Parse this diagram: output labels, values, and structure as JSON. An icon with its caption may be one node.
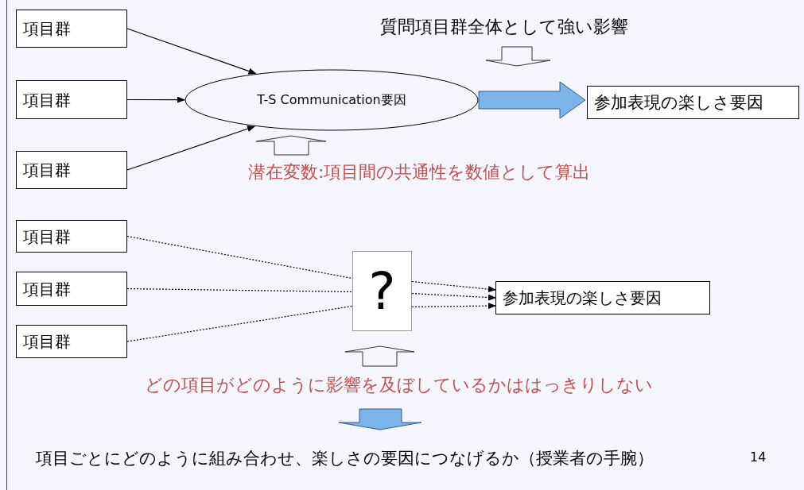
{
  "diagram": {
    "nodes": [
      {
        "text": [
          "項目群"
        ]
      },
      {
        "text": [
          "項目群"
        ]
      },
      {
        "text": [
          "項目群"
        ]
      },
      {
        "text": [
          "T-S Communication要因"
        ]
      },
      {
        "text": [
          "参加表現の楽しさ要因"
        ]
      },
      {
        "text": [
          "項目群"
        ]
      },
      {
        "text": [
          "項目群"
        ]
      },
      {
        "text": [
          "項目群"
        ]
      },
      {
        "text": [
          "?"
        ]
      },
      {
        "text": [
          "参加表現の楽しさ要因"
        ]
      }
    ],
    "edges": [
      {
        "from": 0,
        "to": 3,
        "arrow": "to"
      },
      {
        "from": 1,
        "to": 3,
        "arrow": "to"
      },
      {
        "from": 2,
        "to": 3,
        "arrow": "to"
      },
      {
        "from": 3,
        "to": 4,
        "arrow": "to",
        "style": "thick",
        "color": "#7ab4ea"
      },
      {
        "from": 5,
        "to": 8,
        "arrow": "none",
        "style": "dashed"
      },
      {
        "from": 6,
        "to": 8,
        "arrow": "none",
        "style": "dashed"
      },
      {
        "from": 7,
        "to": 8,
        "arrow": "none",
        "style": "dashed"
      },
      {
        "from": 8,
        "to": 9,
        "arrow": "to",
        "style": "dashed"
      },
      {
        "from": 8,
        "to": 9,
        "arrow": "to",
        "style": "dashed"
      },
      {
        "from": 8,
        "to": 9,
        "arrow": "to",
        "style": "dashed"
      }
    ],
    "labels": [
      "質問項目群全体として強い影響",
      "潜在変数:項目間の共通性を数値として算出",
      "どの項目がどのように影響を及ぼしているかははっきりしない",
      "項目ごとにどのように組み合わせ、楽しさの要因につなげるか（授業者の手腕）",
      "14"
    ]
  }
}
